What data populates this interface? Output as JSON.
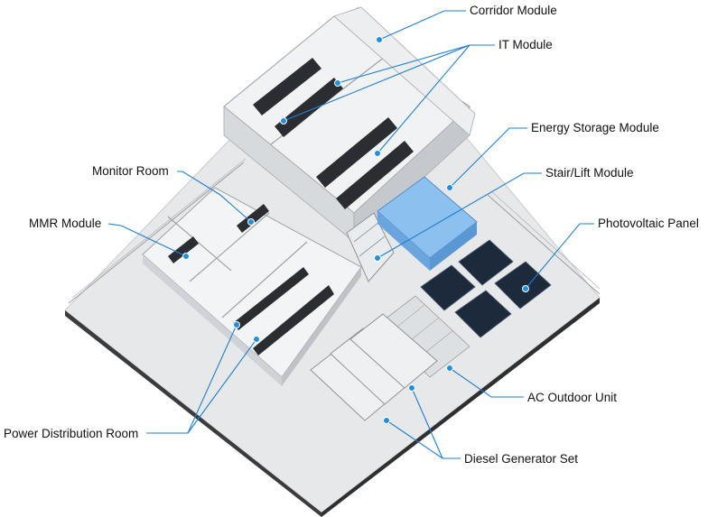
{
  "labels": {
    "corridor_module": "Corridor Module",
    "it_module": "IT Module",
    "energy_storage_module": "Energy Storage Module",
    "stair_lift_module": "Stair/Lift Module",
    "monitor_room": "Monitor Room",
    "mmr_module": "MMR Module",
    "photovoltaic_panel": "Photovoltaic Panel",
    "ac_outdoor_unit": "AC Outdoor Unit",
    "power_distribution_room": "Power Distribution Room",
    "diesel_generator_set": "Diesel Generator Set"
  },
  "colors": {
    "leader": "#1f7fd0",
    "floor": "#e4e6e8",
    "slab_side": "#3b3c3e",
    "energy_storage": "#7fb7ea",
    "photovoltaic": "#1c2a3c",
    "cabinet": "#2a2d31"
  }
}
